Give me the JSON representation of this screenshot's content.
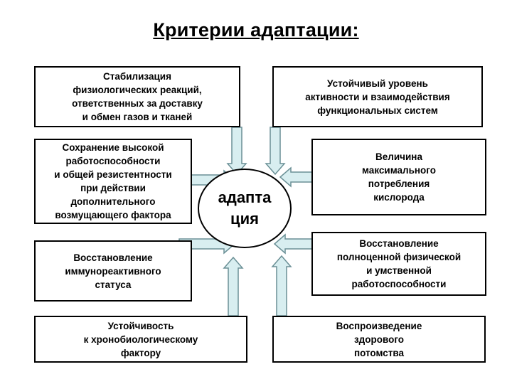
{
  "title": "Критерии адаптации:",
  "center": {
    "text": "адапта\nция"
  },
  "boxes": {
    "stabilization": "Стабилизация\nфизиологических реакций,\nответственных  за доставку\nи обмен газов и тканей",
    "activity_level": "Устойчивый уровень\nактивности и взаимодействия\nфункциональных систем",
    "work_capacity": "Сохранение высокой\nработоспособности\nи общей резистентности\nпри действии\nдополнительного\nвозмущающего фактора",
    "oxygen": "Величина\nмаксимального\nпотребления\nкислорода",
    "immuno": "Восстановление\nиммунореактивного\nстатуса",
    "recovery": "Восстановление\nполноценной физической\nи умственной\nработоспособности",
    "chrono": "Устойчивость\nк хронобиологическому\nфактору",
    "offspring": "Воспроизведение\nздорового\nпотомства"
  },
  "colors": {
    "arrow_fill": "#d8eef0",
    "arrow_stroke": "#6a8f95",
    "border": "#000000"
  }
}
